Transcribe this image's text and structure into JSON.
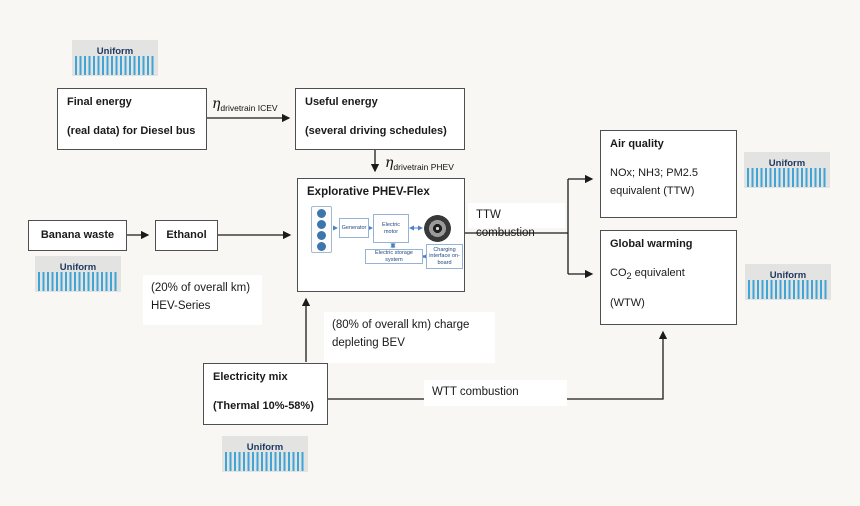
{
  "boxes": {
    "final_energy": {
      "line1": "Final energy",
      "line2": "(real data) for Diesel bus"
    },
    "useful_energy": {
      "line1": "Useful energy",
      "line2": "(several driving schedules)"
    },
    "banana_waste": {
      "label": "Banana waste"
    },
    "ethanol": {
      "label": "Ethanol"
    },
    "phev": {
      "title": "Explorative PHEV-Flex",
      "generator": "Generator",
      "electric_motor": "Electric motor",
      "storage": "Electric storage system",
      "charging": "Charging interface on-board"
    },
    "air_quality": {
      "title": "Air quality",
      "line1": "NOx; NH3; PM2.5",
      "line2": "equivalent (TTW)"
    },
    "global_warming": {
      "title": "Global warming",
      "co2_prefix": "CO",
      "co2_sub": "2",
      "co2_suffix": " equivalent",
      "line2": "(WTW)"
    },
    "electricity_mix": {
      "line1": "Electricity mix",
      "line2": "(Thermal 10%-58%)"
    }
  },
  "labels": {
    "eta_icev": {
      "symbol": "η",
      "sub": "drivetrain ICEV"
    },
    "eta_phev": {
      "symbol": "η",
      "sub": "drivetrain PHEV"
    },
    "ttw": "TTW combustion",
    "wtt": "WTT combustion",
    "km20_line1": "(20% of overall km)",
    "km20_line2": "HEV-Series",
    "km80_line1": "(80% of overall km) charge",
    "km80_line2": "depleting BEV"
  },
  "distributions": [
    {
      "label": "Uniform"
    },
    {
      "label": "Uniform"
    },
    {
      "label": "Uniform"
    },
    {
      "label": "Uniform"
    },
    {
      "label": "Uniform"
    }
  ],
  "colors": {
    "distribution_bar_blue": "#3fa5d6",
    "distribution_bg_gray": "#e3e3e2",
    "inner_diagram_blue": "#4f81bd",
    "circle_fill_blue": "#3c76ad",
    "connector_black": "#1b1b1b",
    "background": "#f8f7f4"
  }
}
